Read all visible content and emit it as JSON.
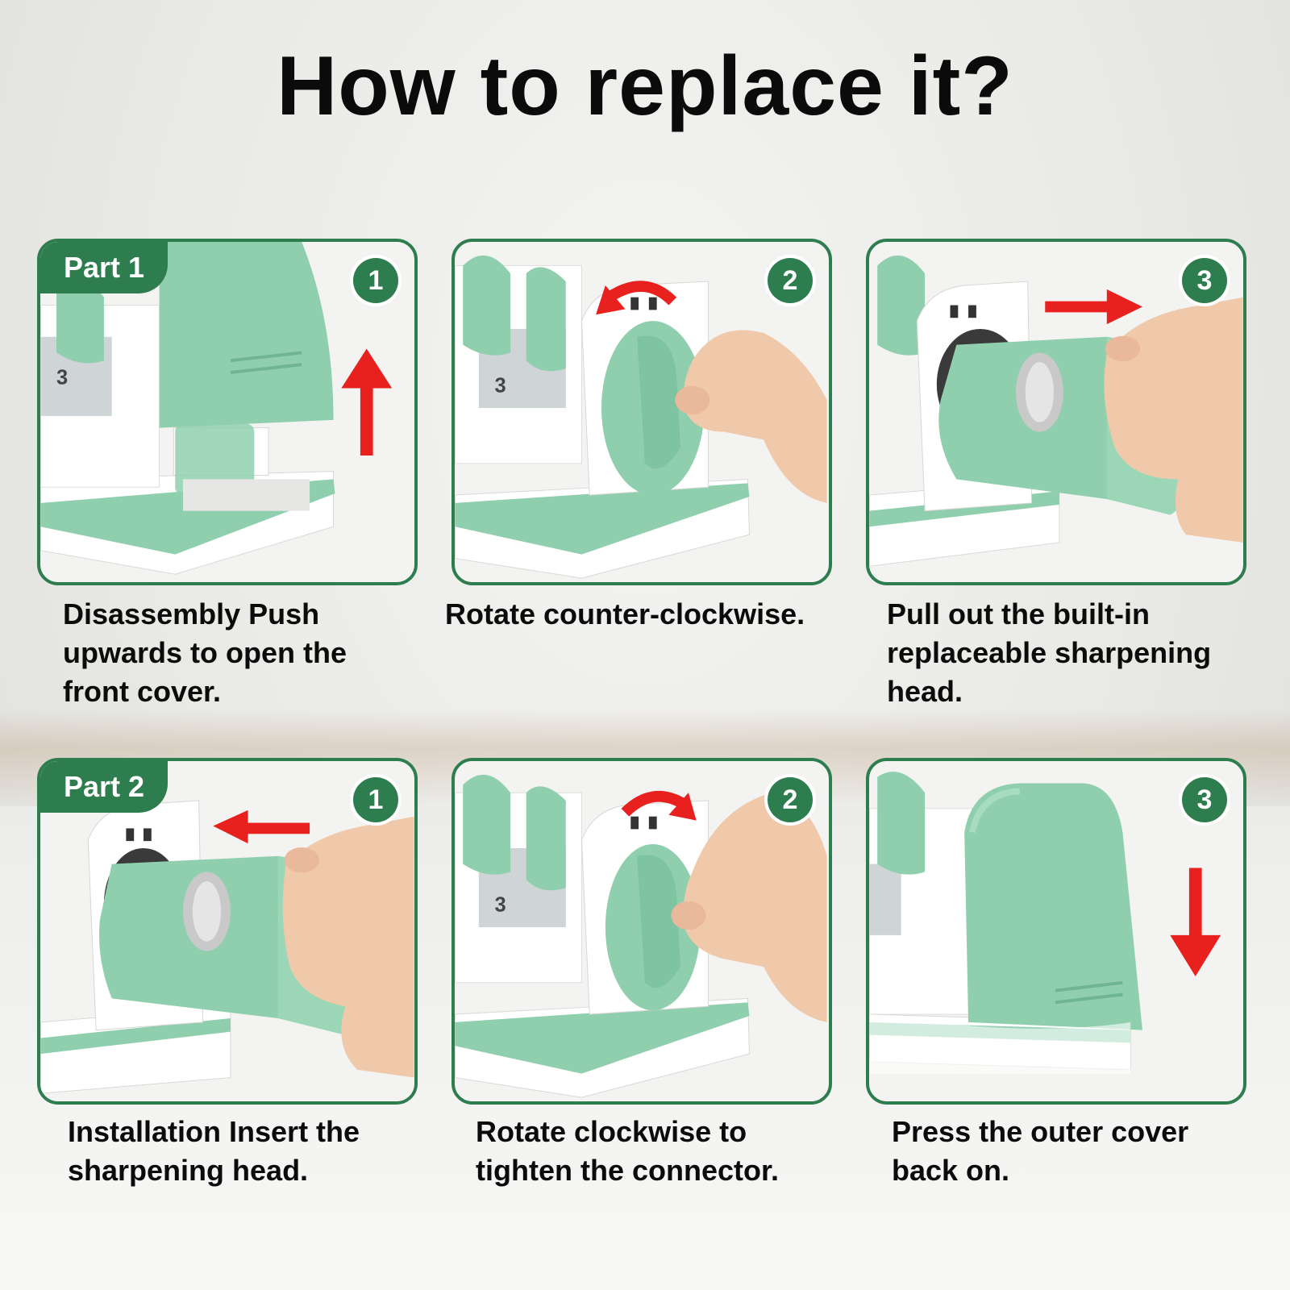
{
  "title": "How to replace it?",
  "colors": {
    "accent": "#2e7d4f",
    "product_mint": "#8fcfae",
    "arrow": "#e8201e"
  },
  "part1": {
    "label": "Part 1",
    "steps": [
      {
        "badge": "1",
        "caption": "Disassembly Push upwards to open the front cover.",
        "icon": "arrow-up-icon"
      },
      {
        "badge": "2",
        "caption": "Rotate counter-clockwise.",
        "icon": "counter-clockwise-arrow-icon"
      },
      {
        "badge": "3",
        "caption": "Pull out the built-in replaceable sharpening head.",
        "icon": "arrow-right-icon"
      }
    ]
  },
  "part2": {
    "label": "Part 2",
    "steps": [
      {
        "badge": "1",
        "caption": "Installation Insert the sharpening head.",
        "icon": "arrow-left-icon"
      },
      {
        "badge": "2",
        "caption": "Rotate clockwise to tighten the connector.",
        "icon": "clockwise-arrow-icon"
      },
      {
        "badge": "3",
        "caption": "Press the outer cover back on.",
        "icon": "arrow-down-icon"
      }
    ]
  }
}
